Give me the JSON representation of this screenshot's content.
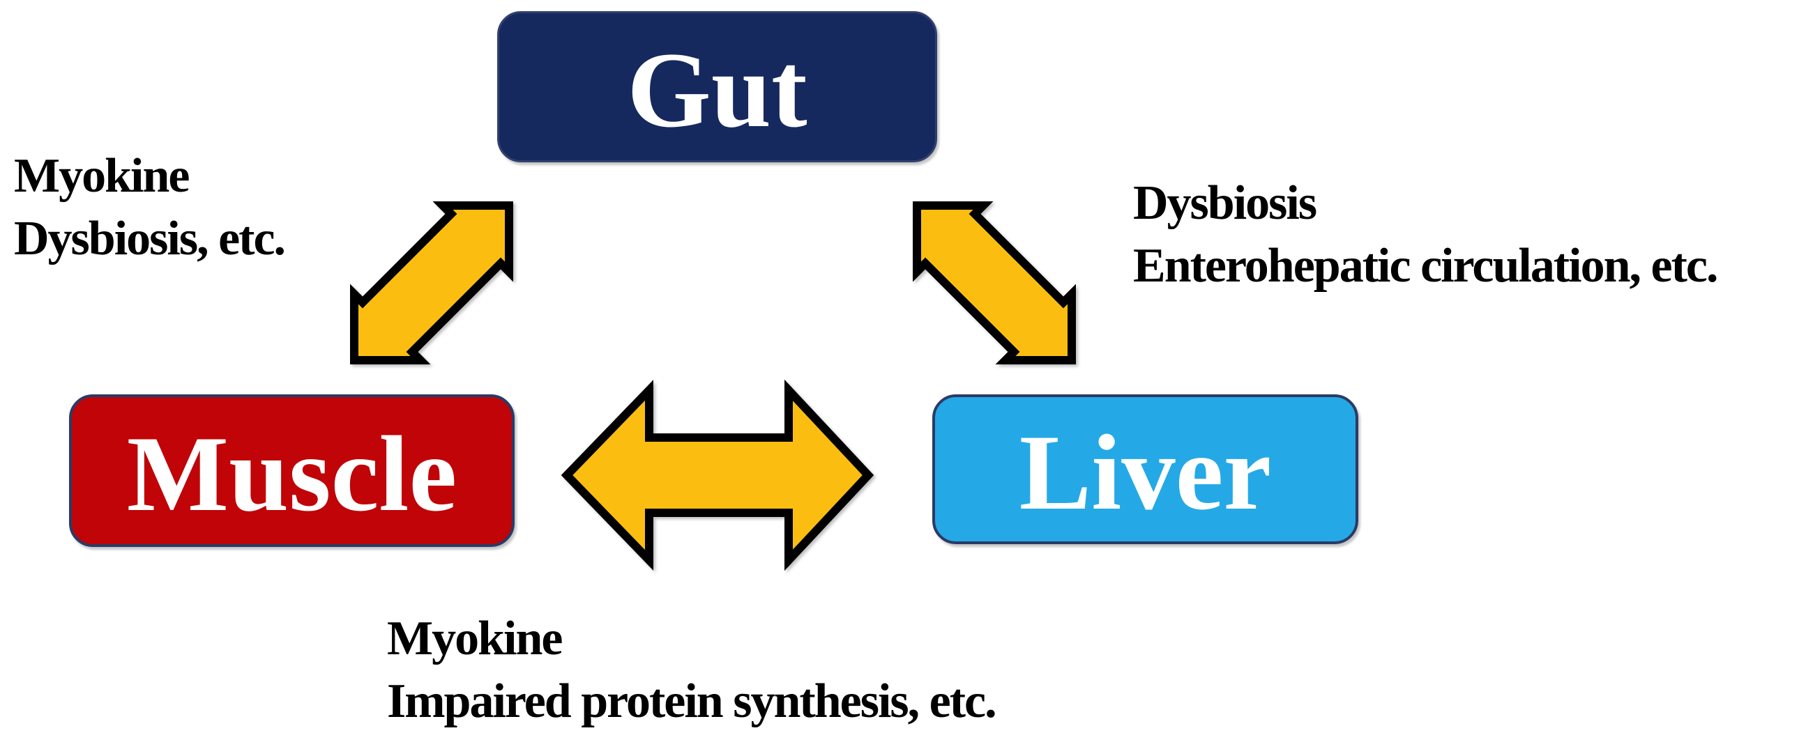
{
  "figure": {
    "background": "#FFFFFF",
    "description": "Gut-Muscle-Liver axis diagram with three labeled boxes connected by yellow double-headed arrows"
  },
  "nodes": [
    {
      "name": "gut",
      "label": "Gut",
      "fill": "#16295E",
      "text_color": "#FFFFFF",
      "border_color": "#32406F"
    },
    {
      "name": "muscle",
      "label": "Muscle",
      "fill": "#C00407",
      "text_color": "#FFFFFF",
      "border_color": "#2B3A67"
    },
    {
      "name": "liver",
      "label": "Liver",
      "fill": "#24A9E6",
      "text_color": "#FFFFFF",
      "border_color": "#2B3A67"
    }
  ],
  "arrows": {
    "fill": "#FBBE10",
    "stroke": "#000000",
    "items": [
      {
        "name": "muscle-gut-arrow",
        "type": "double-headed",
        "direction": "diagonal-ne-sw"
      },
      {
        "name": "gut-liver-arrow",
        "type": "double-headed",
        "direction": "diagonal-nw-se"
      },
      {
        "name": "muscle-liver-arrow",
        "type": "double-headed",
        "direction": "horizontal"
      }
    ]
  },
  "annotations": [
    {
      "name": "muscle-gut-label",
      "lines": [
        "Myokine",
        "Dysbiosis, etc."
      ]
    },
    {
      "name": "gut-liver-label",
      "lines": [
        "Dysbiosis",
        "Enterohepatic circulation, etc."
      ]
    },
    {
      "name": "muscle-liver-label",
      "lines": [
        "Myokine",
        "Impaired protein synthesis, etc."
      ]
    }
  ]
}
